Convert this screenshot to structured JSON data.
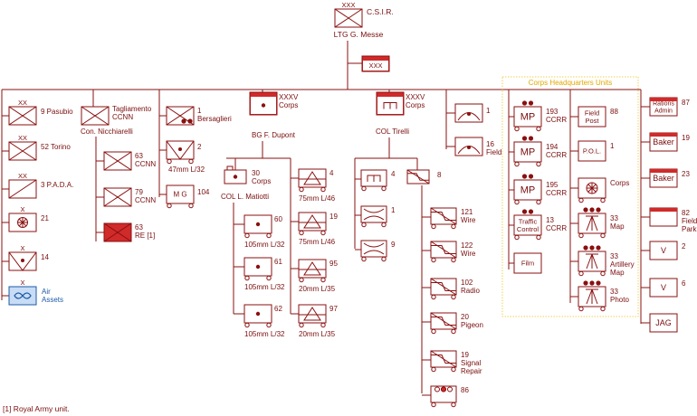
{
  "colors": {
    "unit": "#8a1010",
    "hq": "#d12a2a",
    "air": "#1e5aa8",
    "air_fill": "#c8ddf5",
    "hq_group": "#f3d250"
  },
  "top": {
    "echelon": "XXX",
    "name": "C.S.I.R.",
    "commander": "LTG G. Messe",
    "hq_echelon": "XXX"
  },
  "divisions": [
    {
      "echelon": "XX",
      "name": "9 Pasubio"
    },
    {
      "echelon": "XX",
      "name": "52 Torino"
    },
    {
      "echelon": "XX",
      "name": "3 P.A.D.A."
    },
    {
      "echelon": "X",
      "name": "21"
    },
    {
      "echelon": "X",
      "name": "14"
    },
    {
      "echelon": "X",
      "name": "Air Assets"
    }
  ],
  "ccnn": {
    "name": "Tagliamento CCNN",
    "commander": "Con. Nicchiarelli",
    "units": [
      {
        "name": "63 CCNN"
      },
      {
        "name": "79 CCNN"
      },
      {
        "name": "63 RE [1]"
      }
    ]
  },
  "bersaglieri": {
    "name": "1 Bersaglieri",
    "units": [
      {
        "name": "2",
        "sub": "47mm L/32"
      },
      {
        "name": "104",
        "inner": "M G"
      }
    ]
  },
  "dupont": {
    "echelon": "XXXV",
    "name": "Corps",
    "commander": "BG F. Dupont",
    "matiotti": {
      "name": "30 Corps",
      "commander": "COL L. Matiotti"
    },
    "left": [
      {
        "name": "60",
        "sub": "105mm L/32"
      },
      {
        "name": "61",
        "sub": "105mm L/32"
      },
      {
        "name": "62",
        "sub": "105mm L/32"
      }
    ],
    "right": [
      {
        "name": "4",
        "sub": "75mm L/46"
      },
      {
        "name": "19",
        "sub": "75mm L/46"
      },
      {
        "name": "95",
        "sub": "20mm L/35"
      },
      {
        "name": "97",
        "sub": "20mm L/35"
      }
    ]
  },
  "tirelli": {
    "echelon": "XXXV",
    "name": "Corps",
    "commander": "COL Tirelli",
    "left": [
      {
        "name": "4"
      },
      {
        "name": "1"
      },
      {
        "name": "9"
      }
    ],
    "signal": {
      "name": "8"
    },
    "signals": [
      {
        "name": "121",
        "sub": "Wire"
      },
      {
        "name": "122",
        "sub": "Wire"
      },
      {
        "name": "102",
        "sub": "Radio"
      },
      {
        "name": "20",
        "sub": "Pigeon"
      },
      {
        "name": "19",
        "sub": "Signal Repair"
      },
      {
        "name": "86"
      }
    ]
  },
  "engineers": [
    {
      "name": "1"
    },
    {
      "name": "16",
      "sub": "Field"
    }
  ],
  "hq_units": {
    "title": "Corps Headquarters Units",
    "col1": [
      {
        "name": "193",
        "sub": "CCRR",
        "inner": "MP"
      },
      {
        "name": "194",
        "sub": "CCRR",
        "inner": "MP"
      },
      {
        "name": "195",
        "sub": "CCRR",
        "inner": "MP"
      },
      {
        "name": "13",
        "sub": "CCRR",
        "inner": "Traffic Control"
      },
      {
        "inner": "Film"
      }
    ],
    "col2": [
      {
        "name": "88",
        "inner": "Field Post"
      },
      {
        "name": "1",
        "inner": "P.O.L."
      },
      {
        "name": "Corps"
      },
      {
        "name": "33",
        "sub": "Map"
      },
      {
        "name": "33",
        "sub": "Artillery Map"
      },
      {
        "name": "33",
        "sub": "Photo"
      }
    ]
  },
  "right_col": [
    {
      "name": "87",
      "inner": "Rations Admin"
    },
    {
      "name": "19",
      "inner": "Baker"
    },
    {
      "name": "23",
      "inner": "Baker"
    },
    {
      "name": "82",
      "sub": "Field Park"
    },
    {
      "name": "2",
      "inner": "V"
    },
    {
      "name": "6",
      "inner": "V"
    },
    {
      "inner": "JAG"
    }
  ],
  "footnote": "[1] Royal Army unit."
}
